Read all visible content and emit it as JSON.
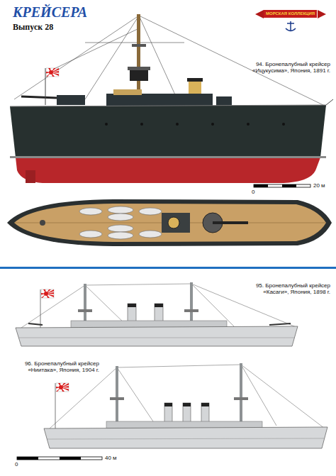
{
  "diagram": {
    "title": "КРЕЙСЕРА",
    "labels": [
      "Выпуск 28",
      "МОРСКАЯ КОЛЛЕКЦИЯ",
      "94. Бронепалубный крейсер «Ицукусима», Япония, 1891 г.",
      "0",
      "20 м",
      "95. Бронепалубный крейсер «Касаги», Япония, 1898 г.",
      "96. Бронепалубный крейсер «Ниитака», Япония, 1904 г.",
      "0",
      "40 м"
    ]
  }
}
